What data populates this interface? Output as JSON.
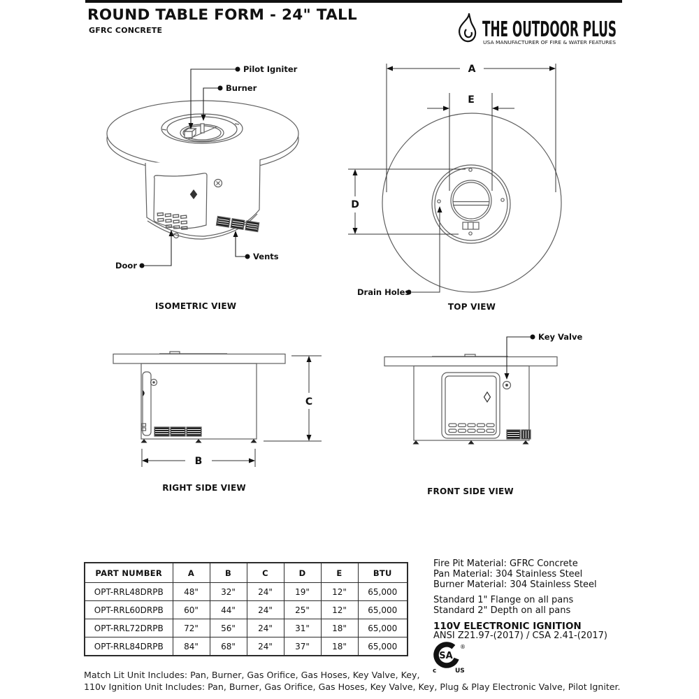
{
  "header": {
    "title": "ROUND TABLE FORM - 24\" TALL",
    "subtitle": "GFRC CONCRETE",
    "logo": {
      "name": "THE OUTDOOR PLUS",
      "tagline": "USA MANUFACTURER OF FIRE & WATER FEATURES",
      "icon": "flame-icon"
    }
  },
  "views": {
    "isometric": {
      "caption": "ISOMETRIC VIEW",
      "labels": {
        "pilot_igniter": "Pilot Igniter",
        "burner": "Burner",
        "door": "Door",
        "vents": "Vents"
      }
    },
    "top": {
      "caption": "TOP VIEW",
      "labels": {
        "dim_a": "A",
        "dim_e": "E",
        "dim_d": "D",
        "drain_holes": "Drain Holes"
      }
    },
    "right_side": {
      "caption": "RIGHT SIDE VIEW",
      "labels": {
        "dim_c": "C",
        "dim_b": "B"
      }
    },
    "front_side": {
      "caption": "FRONT SIDE VIEW",
      "labels": {
        "key_valve": "Key Valve"
      }
    }
  },
  "spec_table": {
    "headers": [
      "PART NUMBER",
      "A",
      "B",
      "C",
      "D",
      "E",
      "BTU"
    ],
    "rows": [
      [
        "OPT-RRL48DRPB",
        "48\"",
        "32\"",
        "24\"",
        "19\"",
        "12\"",
        "65,000"
      ],
      [
        "OPT-RRL60DRPB",
        "60\"",
        "44\"",
        "24\"",
        "25\"",
        "12\"",
        "65,000"
      ],
      [
        "OPT-RRL72DRPB",
        "72\"",
        "56\"",
        "24\"",
        "31\"",
        "18\"",
        "65,000"
      ],
      [
        "OPT-RRL84DRPB",
        "84\"",
        "68\"",
        "24\"",
        "37\"",
        "18\"",
        "65,000"
      ]
    ]
  },
  "materials": {
    "line1": "Fire Pit Material: GFRC Concrete",
    "line2": "Pan Material: 304 Stainless Steel",
    "line3": "Burner Material: 304 Stainless Steel",
    "standard1": "Standard 1\" Flange on all pans",
    "standard2": "Standard 2\" Depth on all pans",
    "ignition_title": "110V ELECTRONIC IGNITION",
    "certification": "ANSI Z21.97-(2017) / CSA 2.41-(2017)",
    "csa_mark": {
      "monogram": "SA",
      "left": "c",
      "right": "US",
      "registered": "®"
    }
  },
  "footer": {
    "line1": "Match Lit Unit Includes: Pan, Burner, Gas Orifice, Gas Hoses, Key Valve, Key,",
    "line2": "110v Ignition Unit Includes: Pan, Burner, Gas Orifice, Gas Hoses, Key Valve, Key, Plug & Play Electronic Valve, Pilot Igniter."
  },
  "colors": {
    "ink": "#111111",
    "drawing_line": "#5f5f5f"
  }
}
